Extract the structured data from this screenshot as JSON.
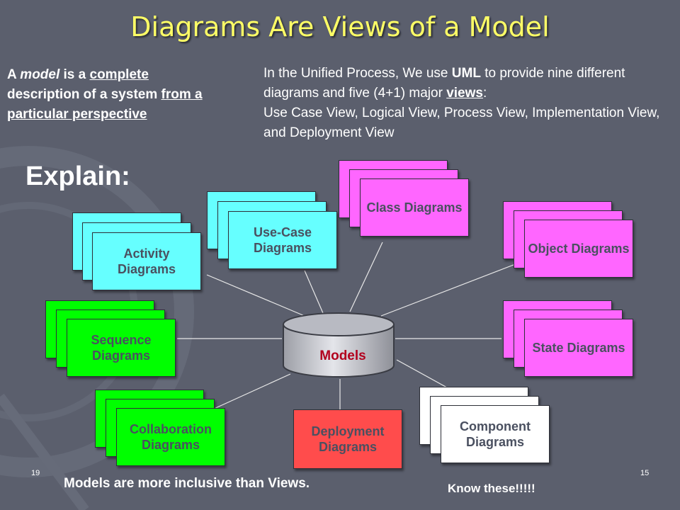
{
  "title": "Diagrams Are Views of a Model",
  "model_definition": {
    "part_a": "A ",
    "part_model": "model",
    "part_is_a": " is a ",
    "part_complete": "complete",
    "part_description": " description of a system ",
    "part_perspective": "from a particular perspective"
  },
  "unified_process": {
    "line1_prefix": "In the Unified Process, We use ",
    "line1_uml": "UML",
    "line1_suffix": " to provide nine different diagrams and five (4+1) major ",
    "line1_views": "views",
    "line1_colon": ":",
    "line2": "Use Case View, Logical View, Process View, Implementation View, and Deployment View"
  },
  "explain_label": "Explain:",
  "central_node": "Models",
  "diagrams": {
    "activity": "Activity Diagrams",
    "use_case": "Use-Case Diagrams",
    "class": "Class Diagrams",
    "object": "Object Diagrams",
    "sequence": "Sequence Diagrams",
    "state": "State Diagrams",
    "collaboration": "Collaboration Diagrams",
    "deployment": "Deployment Diagrams",
    "component": "Component Diagrams"
  },
  "footer": {
    "left_page": "19",
    "right_page": "15",
    "inclusive_note": "Models are more inclusive than Views.",
    "know_note": "Know these!!!!!"
  },
  "colors": {
    "background": "#5b5f6d",
    "title": "#ffff66",
    "behavioral": "#66ffff",
    "structural": "#ff66ff",
    "interaction": "#00ff00",
    "implementation": "#ffffff",
    "deployment": "#ff4c4c",
    "models_label": "#b2001e"
  }
}
